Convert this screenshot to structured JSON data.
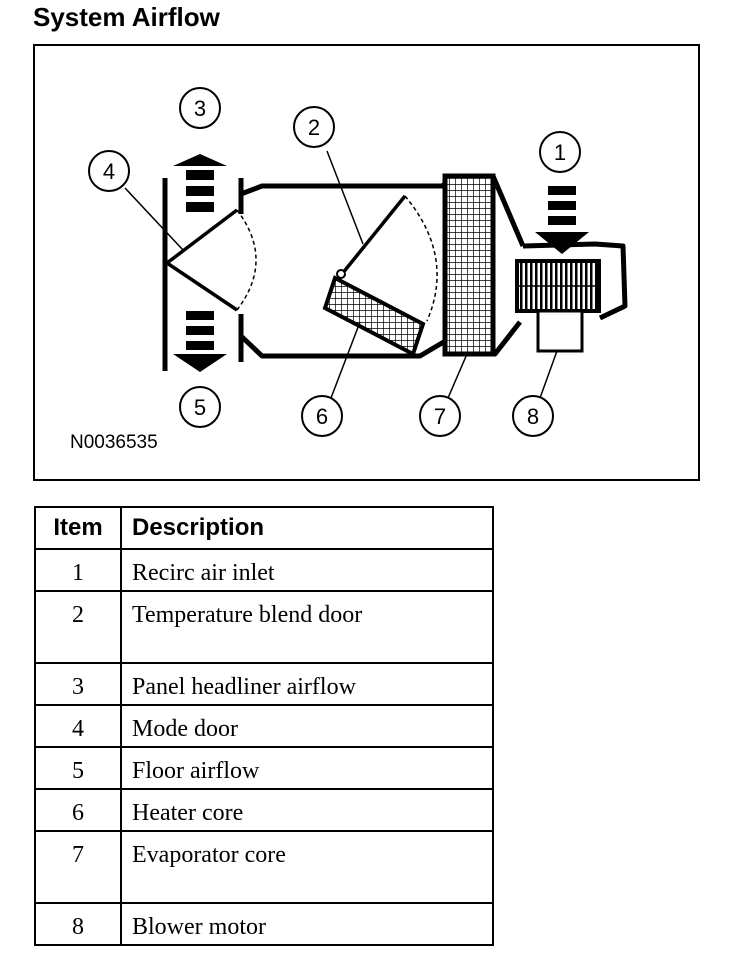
{
  "title": "System Airflow",
  "diagram": {
    "figure_id": "N0036535",
    "callouts": [
      "1",
      "2",
      "3",
      "4",
      "5",
      "6",
      "7",
      "8"
    ]
  },
  "table": {
    "headers": [
      "Item",
      "Description"
    ],
    "rows": [
      {
        "item": "1",
        "description": "Recirc air inlet"
      },
      {
        "item": "2",
        "description": "Temperature blend door"
      },
      {
        "item": "3",
        "description": "Panel headliner airflow"
      },
      {
        "item": "4",
        "description": "Mode door"
      },
      {
        "item": "5",
        "description": "Floor airflow"
      },
      {
        "item": "6",
        "description": "Heater core"
      },
      {
        "item": "7",
        "description": "Evaporator core"
      },
      {
        "item": "8",
        "description": "Blower motor"
      }
    ]
  }
}
